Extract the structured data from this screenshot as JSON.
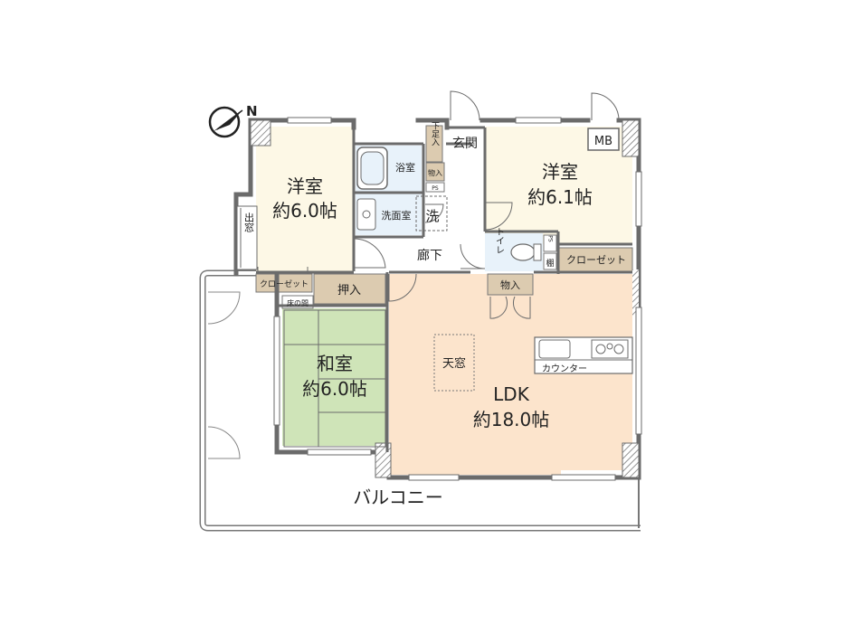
{
  "compass": {
    "label": "N"
  },
  "rooms": {
    "western1": {
      "name": "洋室",
      "size": "約6.0帖"
    },
    "western2": {
      "name": "洋室",
      "size": "約6.1帖"
    },
    "japanese": {
      "name": "和室",
      "size": "約6.0帖"
    },
    "ldk": {
      "name": "LDK",
      "size": "約18.0帖"
    }
  },
  "labels": {
    "bath": "浴室",
    "washroom": "洗面室",
    "washer": "洗",
    "ps": "PS",
    "shoe_storage": "下足入",
    "storage": "物入",
    "entrance": "玄関",
    "mb": "MB",
    "corridor": "廊下",
    "toilet": "トイレ",
    "shelf": "棚",
    "closet": "クローゼット",
    "oshiire": "押入",
    "tokonoma": "床の間",
    "bay_window": "出窓",
    "skylight": "天窓",
    "counter": "カウンター",
    "balcony": "バルコニー"
  },
  "colors": {
    "western": "#fdf8e6",
    "japanese": "#cfe4b8",
    "ldk": "#fce4cc",
    "wet": "#e8f2fa",
    "storage": "#dccbb0",
    "wall": "#6b6b6b",
    "hatch": "#888888"
  }
}
